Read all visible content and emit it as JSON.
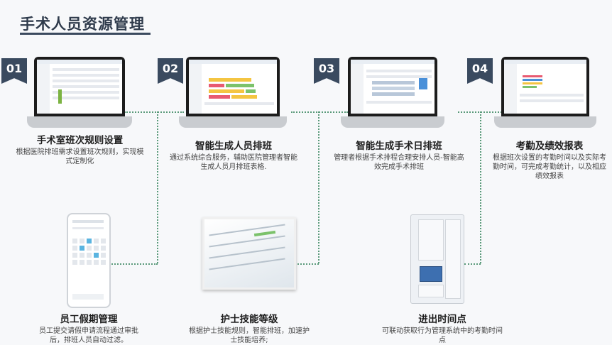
{
  "page": {
    "title": "手术人员资源管理"
  },
  "steps": [
    {
      "num": "01",
      "title": "手术室班次规则设置",
      "desc": "根据医院排班需求设置班次规则，实现模式定制化"
    },
    {
      "num": "02",
      "title": "智能生成人员排班",
      "desc": "通过系统综合服务，辅助医院管理者智能生成人员月排班表格."
    },
    {
      "num": "03",
      "title": "智能生成手术日排班",
      "desc": "管理者根据手术排程合理安排人员-智能高效完成手术排班"
    },
    {
      "num": "04",
      "title": "考勤及绩效报表",
      "desc": "根据班次设置的考勤时间以及实际考勤时间，可完成考勤统计，以及相应绩效报表"
    }
  ],
  "bottom": [
    {
      "title": "员工假期管理",
      "desc": "员工提交请假申请流程通过审批后，排班人员自动过滤。"
    },
    {
      "title": "护士技能等级",
      "desc": "根据护士技能规则，智能排班，加速护士技能培养;"
    },
    {
      "title": "进出时间点",
      "desc": "可联动获取行为管理系统中的考勤时间点"
    }
  ],
  "colors": {
    "badge": "#3a4a5f",
    "connector": "#5a9a7a"
  }
}
